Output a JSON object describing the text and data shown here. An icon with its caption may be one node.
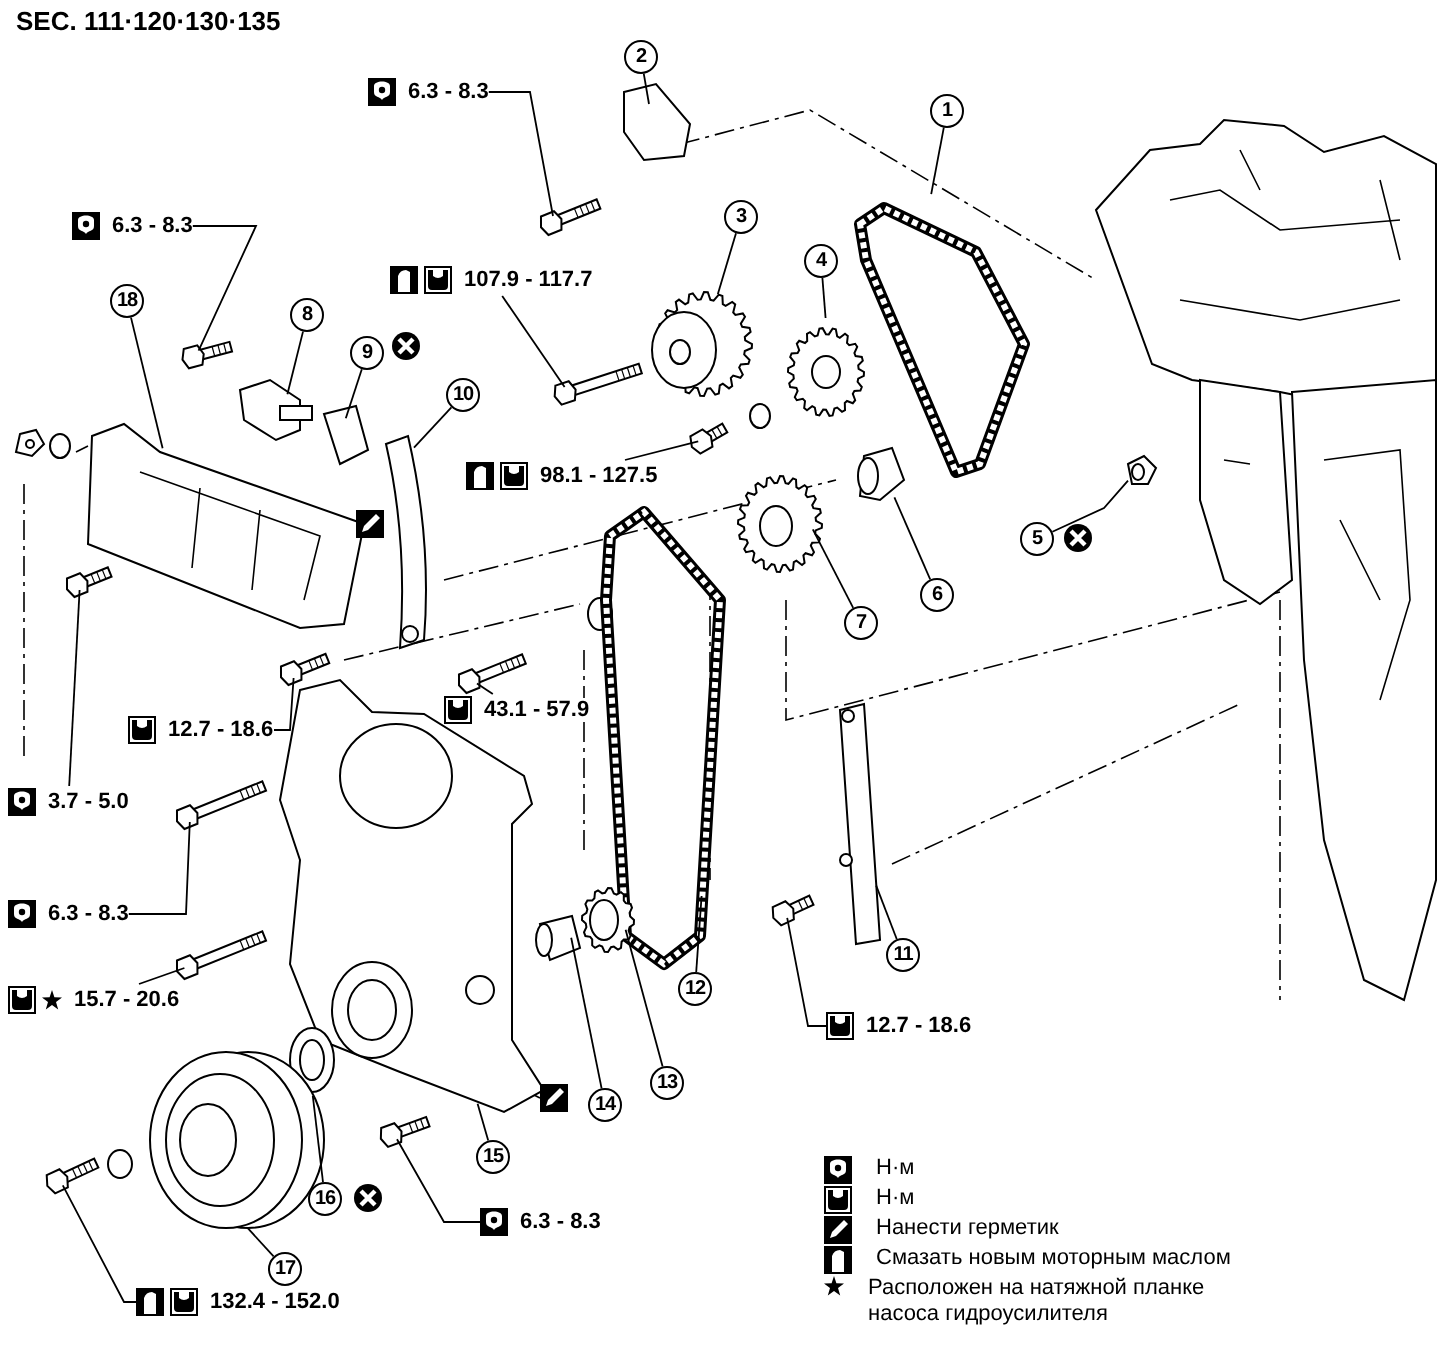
{
  "diagram": {
    "title": "SEC. 111·120·130·135",
    "nodes": [
      {
        "text": [
          "1"
        ]
      },
      {
        "text": [
          "2"
        ]
      },
      {
        "text": [
          "3"
        ]
      },
      {
        "text": [
          "4"
        ]
      },
      {
        "text": [
          "5"
        ]
      },
      {
        "text": [
          "6"
        ]
      },
      {
        "text": [
          "7"
        ]
      },
      {
        "text": [
          "8"
        ]
      },
      {
        "text": [
          "9"
        ]
      },
      {
        "text": [
          "10"
        ]
      },
      {
        "text": [
          "11"
        ]
      },
      {
        "text": [
          "12"
        ]
      },
      {
        "text": [
          "13"
        ]
      },
      {
        "text": [
          "14"
        ]
      },
      {
        "text": [
          "15"
        ]
      },
      {
        "text": [
          "16"
        ]
      },
      {
        "text": [
          "17"
        ]
      },
      {
        "text": [
          "18"
        ]
      },
      {
        "text": [
          "6.3 - 8.3"
        ]
      },
      {
        "text": [
          "6.3 - 8.3"
        ]
      },
      {
        "text": [
          "107.9 - 117.7"
        ]
      },
      {
        "text": [
          "98.1 - 127.5"
        ]
      },
      {
        "text": [
          "12.7 - 18.6"
        ]
      },
      {
        "text": [
          "43.1 - 57.9"
        ]
      },
      {
        "text": [
          "3.7 - 5.0"
        ]
      },
      {
        "text": [
          "6.3 - 8.3"
        ]
      },
      {
        "text": [
          "15.7 - 20.6"
        ]
      },
      {
        "text": [
          "6.3 - 8.3"
        ]
      },
      {
        "text": [
          "132.4 - 152.0"
        ]
      },
      {
        "text": [
          "12.7 - 18.6"
        ]
      },
      {
        "text": [],
        "shape": "picture"
      },
      {
        "text": [],
        "shape": "picture"
      },
      {
        "text": [],
        "shape": "picture"
      },
      {
        "text": [],
        "shape": "picture"
      },
      {
        "text": [],
        "shape": "picture"
      },
      {
        "text": [],
        "shape": "picture"
      },
      {
        "text": [],
        "shape": "picture"
      },
      {
        "text": [],
        "shape": "picture"
      },
      {
        "text": [],
        "shape": "picture"
      },
      {
        "text": [],
        "shape": "picture"
      },
      {
        "text": [],
        "shape": "picture"
      },
      {
        "text": [],
        "shape": "picture"
      },
      {
        "text": [],
        "shape": "picture"
      },
      {
        "text": [],
        "shape": "picture"
      },
      {
        "text": [],
        "shape": "picture"
      },
      {
        "text": [],
        "shape": "picture"
      },
      {
        "text": [],
        "shape": "picture"
      },
      {
        "text": [],
        "shape": "picture"
      },
      {
        "text": [],
        "shape": "picture"
      },
      {
        "text": [],
        "shape": "picture"
      },
      {
        "text": [],
        "shape": "picture"
      },
      {
        "text": [],
        "shape": "picture"
      },
      {
        "text": [],
        "shape": "picture"
      },
      {
        "text": [],
        "shape": "picture"
      },
      {
        "text": [],
        "shape": "picture"
      },
      {
        "text": [],
        "shape": "picture"
      },
      {
        "text": [],
        "shape": "picture"
      },
      {
        "text": [],
        "shape": "picture"
      },
      {
        "text": [],
        "shape": "picture"
      },
      {
        "text": [],
        "shape": "picture"
      },
      {
        "text": [],
        "shape": "picture"
      }
    ],
    "edges": [
      {
        "from": 0,
        "to": 30,
        "arrow": "none"
      },
      {
        "from": 1,
        "to": 31,
        "arrow": "none"
      },
      {
        "from": 2,
        "to": 32,
        "arrow": "none"
      },
      {
        "from": 3,
        "to": 33,
        "arrow": "none"
      },
      {
        "from": 4,
        "to": 34,
        "arrow": "none"
      },
      {
        "from": 5,
        "to": 35,
        "arrow": "none"
      },
      {
        "from": 6,
        "to": 36,
        "arrow": "none"
      },
      {
        "from": 7,
        "to": 37,
        "arrow": "none"
      },
      {
        "from": 8,
        "to": 38,
        "arrow": "none"
      },
      {
        "from": 9,
        "to": 39,
        "arrow": "none"
      },
      {
        "from": 10,
        "to": 40,
        "arrow": "none"
      },
      {
        "from": 11,
        "to": 41,
        "arrow": "none"
      },
      {
        "from": 12,
        "to": 42,
        "arrow": "none"
      },
      {
        "from": 13,
        "to": 43,
        "arrow": "none"
      },
      {
        "from": 14,
        "to": 44,
        "arrow": "none"
      },
      {
        "from": 15,
        "to": 45,
        "arrow": "none"
      },
      {
        "from": 16,
        "to": 46,
        "arrow": "none"
      },
      {
        "from": 17,
        "to": 47,
        "arrow": "none"
      },
      {
        "from": 18,
        "to": 48,
        "arrow": "none"
      },
      {
        "from": 19,
        "to": 49,
        "arrow": "none"
      },
      {
        "from": 20,
        "to": 50,
        "arrow": "none"
      },
      {
        "from": 21,
        "to": 51,
        "arrow": "none"
      },
      {
        "from": 22,
        "to": 52,
        "arrow": "none"
      },
      {
        "from": 23,
        "to": 53,
        "arrow": "none"
      },
      {
        "from": 24,
        "to": 54,
        "arrow": "none"
      },
      {
        "from": 25,
        "to": 55,
        "arrow": "none"
      },
      {
        "from": 26,
        "to": 56,
        "arrow": "none"
      },
      {
        "from": 27,
        "to": 57,
        "arrow": "none"
      },
      {
        "from": 28,
        "to": 58,
        "arrow": "none"
      },
      {
        "from": 29,
        "to": 59,
        "arrow": "none"
      }
    ],
    "legend": [
      {
        "text": "Н·м"
      },
      {
        "text": "Н·м"
      },
      {
        "text": "Нанести герметик"
      },
      {
        "text": "Смазать новым моторным маслом"
      },
      {
        "text": "Расположен на натяжной планке насоса гидроусилителя"
      }
    ]
  }
}
